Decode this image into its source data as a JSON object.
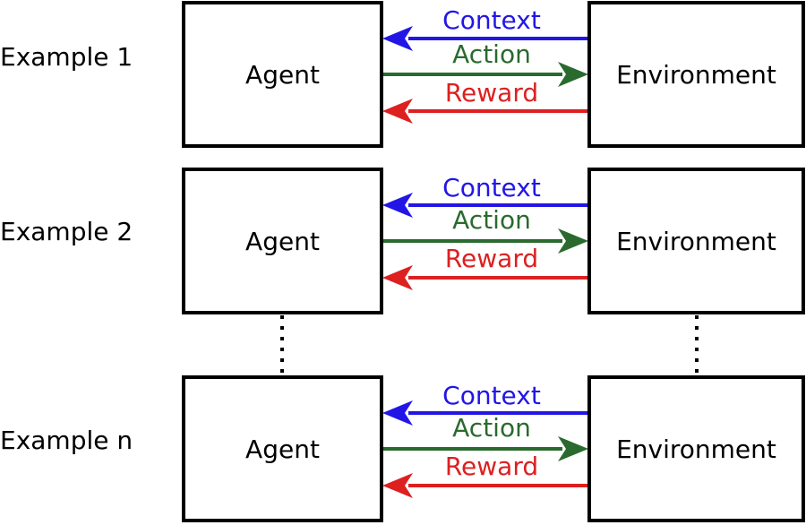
{
  "rows": [
    {
      "label": "Example 1",
      "agent": "Agent",
      "environment": "Environment",
      "signals": {
        "context": "Context",
        "action": "Action",
        "reward": "Reward"
      }
    },
    {
      "label": "Example 2",
      "agent": "Agent",
      "environment": "Environment",
      "signals": {
        "context": "Context",
        "action": "Action",
        "reward": "Reward"
      }
    },
    {
      "label": "Example n",
      "agent": "Agent",
      "environment": "Environment",
      "signals": {
        "context": "Context",
        "action": "Action",
        "reward": "Reward"
      }
    }
  ],
  "colors": {
    "context": "#2216e6",
    "action": "#2a6a2e",
    "reward": "#dd2020",
    "box_border": "#000000"
  }
}
